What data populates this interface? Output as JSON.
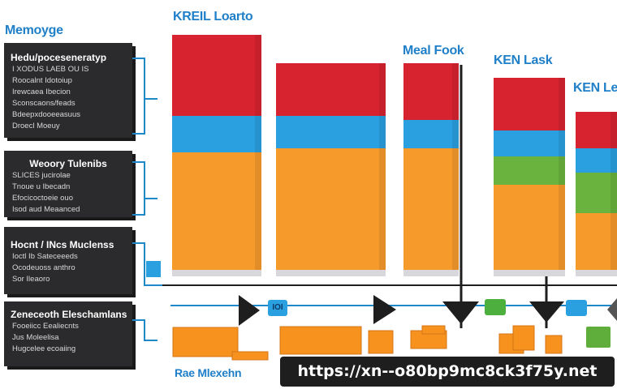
{
  "colors": {
    "red": "#d6232f",
    "blue": "#2aa0e0",
    "orange": "#f79a2c",
    "green": "#6ab33e",
    "panel": "#2b2b2d",
    "accent": "#1f7fc8"
  },
  "title_left": "Memoyge",
  "panels": [
    {
      "title": "Hedu/poceseneratyp",
      "lines": [
        "I XODUS LAEB OU IS",
        "Roocalnt Idotoiup",
        "Irewcaea Ibecion",
        "Sconscaons/feads",
        "Bdeepxdooeeasuus",
        "Droecl Moeuy"
      ]
    },
    {
      "title": "Weoory Tulenibs",
      "lines": [
        "SLICES jucirolae",
        "Tnoue u Ibecadn",
        "Efocicoctoeie ouo",
        "Isod aud Meaanced"
      ]
    },
    {
      "title": "Hocnt / INcs Muclenss",
      "lines": [
        "Ioctl Ib Sateceeeds",
        "Ocodeuoss anthro",
        "Sor Ileaoro"
      ]
    },
    {
      "title": "Zeneceoth Eleschamlans",
      "lines": [
        "Fooeiicc Eealiecnts",
        "Jus Moleelisa",
        "Hugcelee ecoaiing"
      ]
    }
  ],
  "column_labels": [
    "KREIL Loarto",
    "Meal Fook",
    "KEN Lask",
    "KEN Leo"
  ],
  "bottom_label": "Rae Mlexehn",
  "flow_icon": "IOI",
  "stacks": [
    {
      "segments": [
        {
          "color": "red",
          "value": 100
        },
        {
          "color": "blue",
          "value": 45
        },
        {
          "color": "orange",
          "value": 145
        }
      ]
    },
    {
      "segments": [
        {
          "color": "red",
          "value": 65
        },
        {
          "color": "blue",
          "value": 40
        },
        {
          "color": "orange",
          "value": 150
        }
      ]
    },
    {
      "segments": [
        {
          "color": "red",
          "value": 70
        },
        {
          "color": "blue",
          "value": 35
        },
        {
          "color": "orange",
          "value": 150
        }
      ]
    },
    {
      "segments": [
        {
          "color": "red",
          "value": 65
        },
        {
          "color": "blue",
          "value": 32
        },
        {
          "color": "green",
          "value": 35
        },
        {
          "color": "orange",
          "value": 105
        }
      ]
    },
    {
      "segments": [
        {
          "color": "red",
          "value": 45
        },
        {
          "color": "blue",
          "value": 30
        },
        {
          "color": "green",
          "value": 50
        },
        {
          "color": "orange",
          "value": 70
        }
      ]
    }
  ],
  "watermark_url": "https://xn--o80bp9mc8ck3f75y.net"
}
